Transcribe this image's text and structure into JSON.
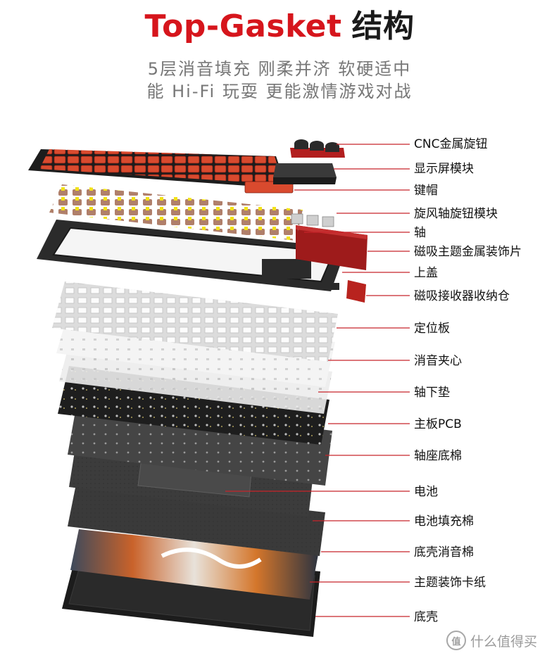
{
  "header": {
    "title_en": "Top-Gasket",
    "title_cn": "结构",
    "subtitle_line1": "5层消音填充 刚柔并济 软硬适中",
    "subtitle_line2": "能 Hi-Fi 玩耍 更能激情游戏对战"
  },
  "colors": {
    "accent_red": "#d6151c",
    "leader_red": "#c8242a",
    "text": "#111111",
    "subtitle": "#777777"
  },
  "layers": [
    {
      "id": "knob",
      "label": "CNC金属旋钮"
    },
    {
      "id": "screen",
      "label": "显示屏模块"
    },
    {
      "id": "keycaps",
      "label": "键帽"
    },
    {
      "id": "knob-module",
      "label": "旋风轴旋钮模块"
    },
    {
      "id": "switches",
      "label": "轴"
    },
    {
      "id": "metal-trim",
      "label": "磁吸主题金属装饰片"
    },
    {
      "id": "top-case",
      "label": "上盖"
    },
    {
      "id": "receiver-bay",
      "label": "磁吸接收器收纳仓"
    },
    {
      "id": "plate",
      "label": "定位板"
    },
    {
      "id": "sandwich-foam",
      "label": "消音夹心"
    },
    {
      "id": "switch-pad",
      "label": "轴下垫"
    },
    {
      "id": "pcb",
      "label": "主板PCB"
    },
    {
      "id": "socket-foam",
      "label": "轴座底棉"
    },
    {
      "id": "battery",
      "label": "电池"
    },
    {
      "id": "battery-foam",
      "label": "电池填充棉"
    },
    {
      "id": "bottom-foam",
      "label": "底壳消音棉"
    },
    {
      "id": "art-card",
      "label": "主题装饰卡纸"
    },
    {
      "id": "bottom-case",
      "label": "底壳"
    }
  ],
  "watermark": {
    "logo_glyph": "值",
    "text": "什么值得买"
  }
}
